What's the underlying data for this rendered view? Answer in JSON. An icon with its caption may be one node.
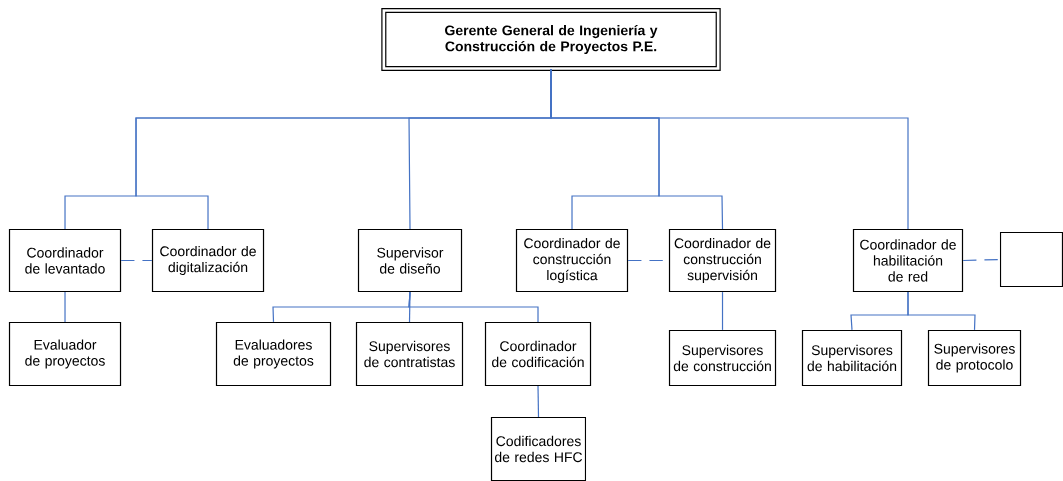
{
  "diagram": {
    "nodes": [
      {
        "text": [
          "Gerente General de Ingeniería y Construcción de Proyectos P.E."
        ]
      },
      {
        "text": [
          "Coordinador de levantado"
        ]
      },
      {
        "text": [
          "Coordinador de digitalización"
        ]
      },
      {
        "text": [
          "Supervisor de diseño"
        ]
      },
      {
        "text": [
          "Coordinador de construcción logística"
        ]
      },
      {
        "text": [
          "Coordinador de construcción supervisión"
        ]
      },
      {
        "text": [
          "Coordinador de habilitación de red"
        ]
      },
      {
        "text": [],
        "shape": "box"
      },
      {
        "text": [
          "Evaluador de proyectos"
        ]
      },
      {
        "text": [
          "Evaluadores de proyectos"
        ]
      },
      {
        "text": [
          "Supervisores de contratistas"
        ]
      },
      {
        "text": [
          "Coordinador de codificación"
        ]
      },
      {
        "text": [
          "Codificadores de redes HFC"
        ]
      },
      {
        "text": [
          "Supervisores de construcción"
        ]
      },
      {
        "text": [
          "Supervisores de habilitación"
        ]
      },
      {
        "text": [
          "Supervisores de protocolo"
        ]
      }
    ],
    "edges": [
      {
        "from": 0,
        "to": 1,
        "arrow": "none"
      },
      {
        "from": 0,
        "to": 2,
        "arrow": "none"
      },
      {
        "from": 0,
        "to": 3,
        "arrow": "none"
      },
      {
        "from": 0,
        "to": 4,
        "arrow": "none"
      },
      {
        "from": 0,
        "to": 5,
        "arrow": "none"
      },
      {
        "from": 0,
        "to": 6,
        "arrow": "none"
      },
      {
        "from": 1,
        "to": 2,
        "arrow": "none",
        "style": "dashed"
      },
      {
        "from": 4,
        "to": 5,
        "arrow": "none",
        "style": "dashed"
      },
      {
        "from": 6,
        "to": 7,
        "arrow": "none",
        "style": "dashed"
      },
      {
        "from": 1,
        "to": 8,
        "arrow": "none"
      },
      {
        "from": 3,
        "to": 9,
        "arrow": "none"
      },
      {
        "from": 3,
        "to": 10,
        "arrow": "none"
      },
      {
        "from": 3,
        "to": 11,
        "arrow": "none"
      },
      {
        "from": 11,
        "to": 12,
        "arrow": "none"
      },
      {
        "from": 5,
        "to": 13,
        "arrow": "none"
      },
      {
        "from": 6,
        "to": 14,
        "arrow": "none"
      },
      {
        "from": 6,
        "to": 15,
        "arrow": "none"
      }
    ]
  }
}
